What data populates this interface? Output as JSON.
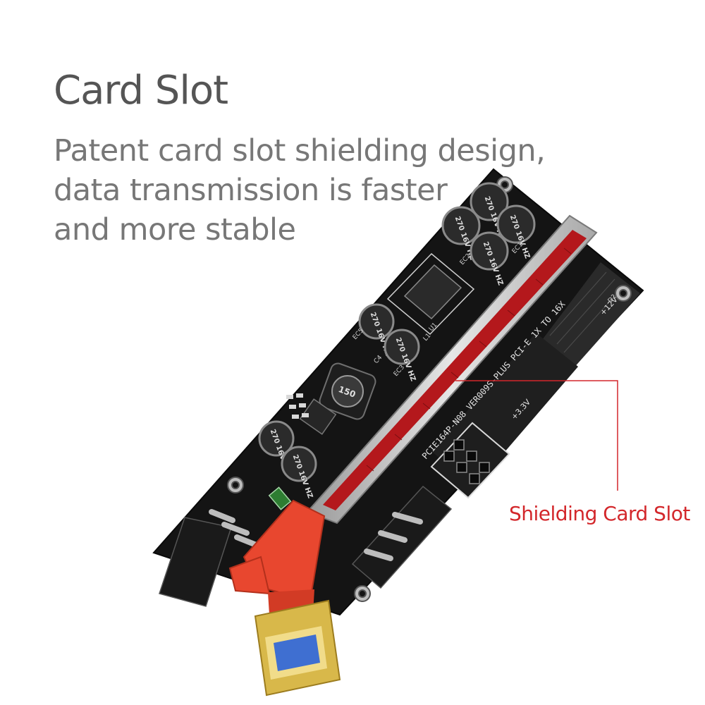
{
  "header": {
    "title": "Card Slot",
    "description_lines": [
      "Patent card slot shielding design,",
      "data transmission is faster",
      "and more stable"
    ]
  },
  "callout": {
    "label": "Shielding Card Slot"
  },
  "board": {
    "pcb_text": "PCIE164P-N08   VER009S-PLUS PCI-E 1X TO 16X",
    "capacitor_text": "270 16V HZ",
    "inductor_text": "150",
    "voltage_label_1": "+12V",
    "voltage_label_2": "+3.3V",
    "ref_ec1": "EC1",
    "ref_ec2": "EC2",
    "ref_ec3": "EC3",
    "ref_ec5": "EC5",
    "ref_u1": "U1",
    "ref_l1": "L1",
    "ref_d2": "D2",
    "ref_c4": "C4"
  },
  "colors": {
    "pcb": "#141414",
    "slot_metal": "#c9c9c9",
    "slot_red": "#b4181c",
    "connector_red": "#e8472f",
    "usb_blue": "#3f6fd1",
    "usb_gold": "#d8b84a",
    "callout": "#d3272b",
    "title_text": "#555555",
    "body_text": "#777777"
  }
}
